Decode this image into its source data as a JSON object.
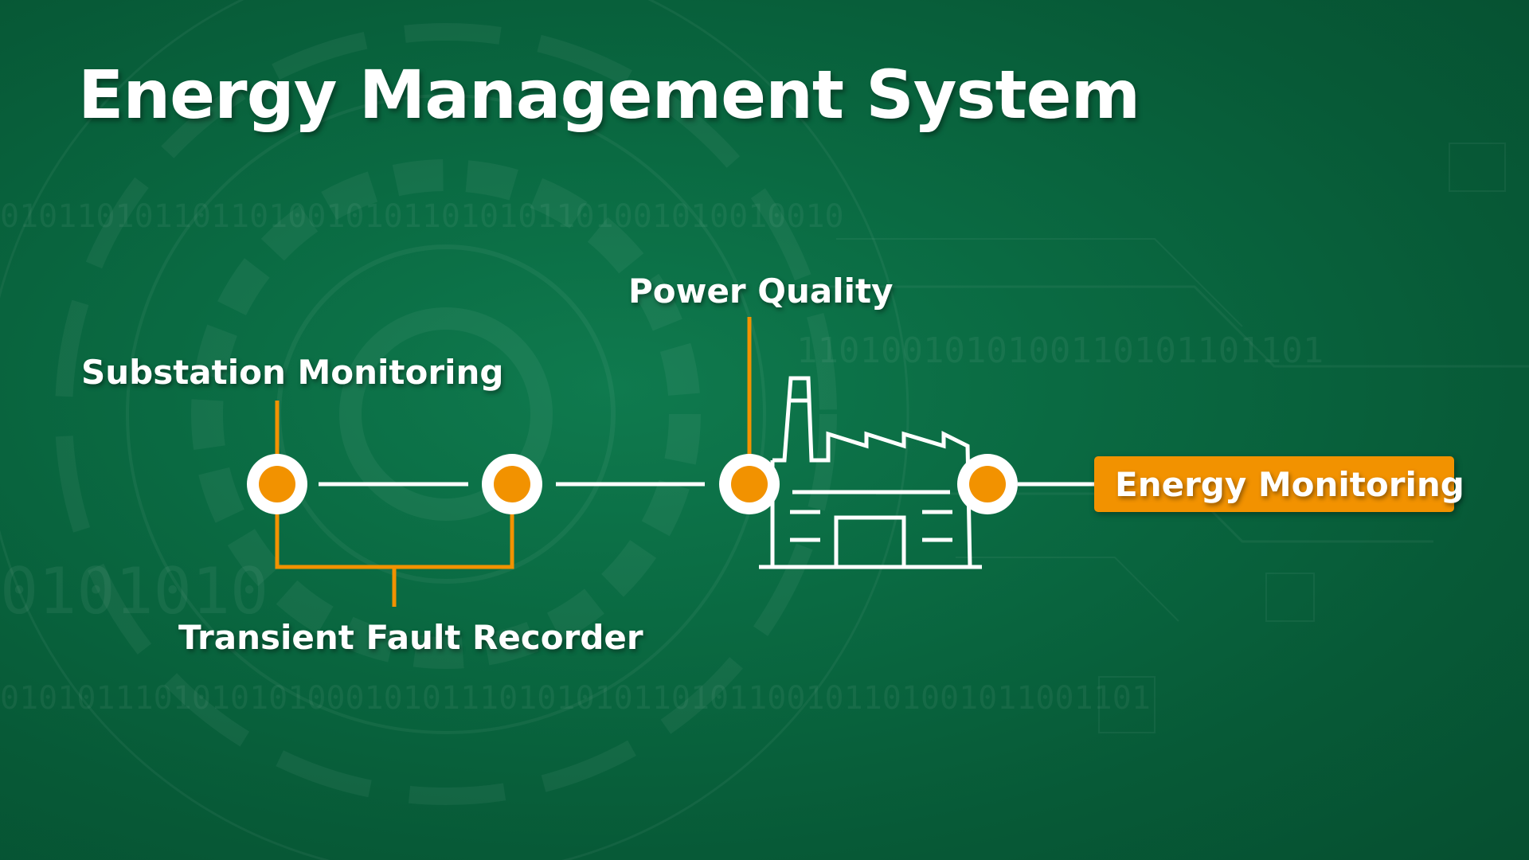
{
  "title": "Energy Management System",
  "nodes": {
    "substation_monitoring": "Substation Monitoring",
    "transient_fault_recorder": "Transient Fault Recorder",
    "power_quality": "Power Quality",
    "energy_monitoring": "Energy Monitoring"
  },
  "background_digits": {
    "row1": "01011010110110100101011010101101001010010010",
    "row2": "1101001010100110101101101",
    "row3": "0101010",
    "row4": "010101110101010100010101110101010110101100101101001011001101"
  },
  "icons": {
    "factory": "factory-icon"
  },
  "colors": {
    "background": "#0a6a42",
    "accent": "#f29200",
    "line": "#ffffff",
    "text": "#ffffff"
  }
}
